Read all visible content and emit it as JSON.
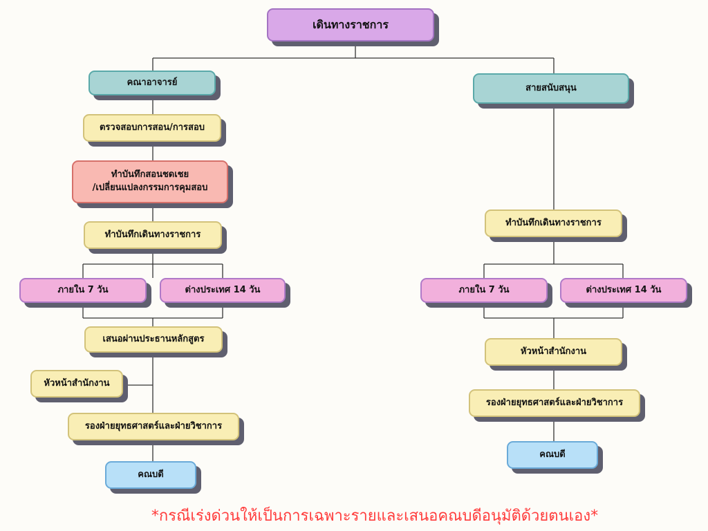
{
  "title": "เดินทางราชการ",
  "left": {
    "header": "คณาอาจารย์",
    "check": "ตรวจสอบการสอน/การสอบ",
    "makeup_line1": "ทำบันทึกสอนชดเชย",
    "makeup_line2": "/เปลี่ยนแปลงกรรมการคุมสอบ",
    "record": "ทำบันทึกเดินทางราชการ",
    "domestic": "ภายใน 7 วัน",
    "abroad": "ต่างประเทศ 14 วัน",
    "propose": "เสนอผ่านประธานหลักสูตร",
    "head": "หัวหน้าสำนักงาน",
    "deputy": "รองฝ่ายยุทธศาสตร์และฝ่ายวิชาการ",
    "dean": "คณบดี"
  },
  "right": {
    "header": "สายสนับสนุน",
    "record": "ทำบันทึกเดินทางราชการ",
    "domestic": "ภายใน 7 วัน",
    "abroad": "ต่างประเทศ 14 วัน",
    "head": "หัวหน้าสำนักงาน",
    "deputy": "รองฝ่ายยุทธศาสตร์และฝ่ายวิชาการ",
    "dean": "คณบดี"
  },
  "footnote": "*กรณีเร่งด่วนให้เป็นการเฉพาะรายและเสนอคณบดีอนุมัติด้วยตนเอง*"
}
